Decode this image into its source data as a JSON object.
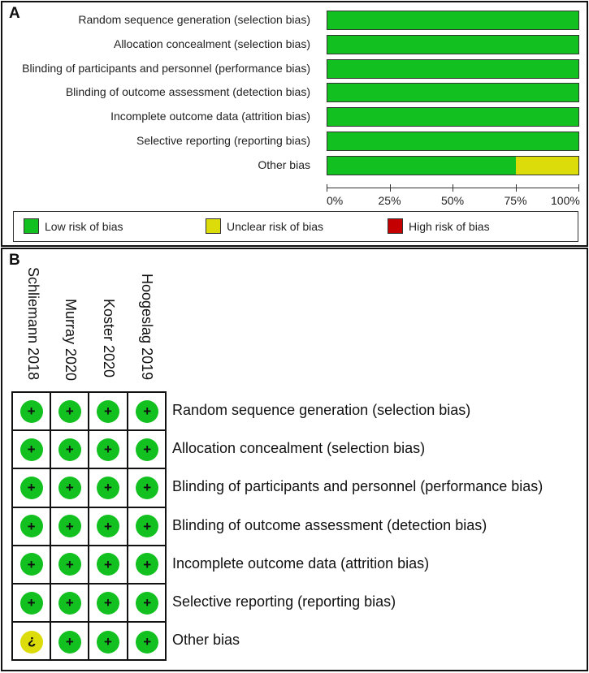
{
  "panels": {
    "a_letter": "A",
    "b_letter": "B"
  },
  "colors": {
    "low": "#12c11f",
    "unclear": "#dcdc0b",
    "high": "#c40000"
  },
  "icons": {
    "low": "plus-symbol",
    "unclear": "question-symbol"
  },
  "symbols": {
    "low": "+",
    "unclear": "?"
  },
  "legend": [
    {
      "key": "low",
      "label": "Low risk of bias"
    },
    {
      "key": "unclear",
      "label": "Unclear risk of bias"
    },
    {
      "key": "high",
      "label": "High risk of bias"
    }
  ],
  "chart_data": [
    {
      "type": "bar",
      "orientation": "horizontal-stacked",
      "categories": [
        "Random sequence generation (selection bias)",
        "Allocation concealment (selection bias)",
        "Blinding of participants and personnel (performance bias)",
        "Blinding of outcome assessment (detection bias)",
        "Incomplete outcome data (attrition bias)",
        "Selective reporting (reporting bias)",
        "Other bias"
      ],
      "series": [
        {
          "name": "Low risk of bias",
          "key": "low",
          "values": [
            100,
            100,
            100,
            100,
            100,
            100,
            75
          ]
        },
        {
          "name": "Unclear risk of bias",
          "key": "unclear",
          "values": [
            0,
            0,
            0,
            0,
            0,
            0,
            25
          ]
        },
        {
          "name": "High risk of bias",
          "key": "high",
          "values": [
            0,
            0,
            0,
            0,
            0,
            0,
            0
          ]
        }
      ],
      "xticks": [
        "0%",
        "25%",
        "50%",
        "75%",
        "100%"
      ],
      "xlim": [
        0,
        100
      ],
      "grid": false,
      "legend_position": "bottom"
    },
    {
      "type": "table",
      "studies": [
        "Schliemann 2018",
        "Murray 2020",
        "Koster 2020",
        "Hoogeslag 2019"
      ],
      "domains": [
        "Random sequence generation (selection bias)",
        "Allocation concealment (selection bias)",
        "Blinding of participants and personnel (performance bias)",
        "Blinding of outcome assessment (detection bias)",
        "Incomplete outcome data (attrition bias)",
        "Selective reporting (reporting bias)",
        "Other bias"
      ],
      "judgements": [
        [
          "low",
          "low",
          "low",
          "low"
        ],
        [
          "low",
          "low",
          "low",
          "low"
        ],
        [
          "low",
          "low",
          "low",
          "low"
        ],
        [
          "low",
          "low",
          "low",
          "low"
        ],
        [
          "low",
          "low",
          "low",
          "low"
        ],
        [
          "low",
          "low",
          "low",
          "low"
        ],
        [
          "unclear",
          "low",
          "low",
          "low"
        ]
      ]
    }
  ]
}
